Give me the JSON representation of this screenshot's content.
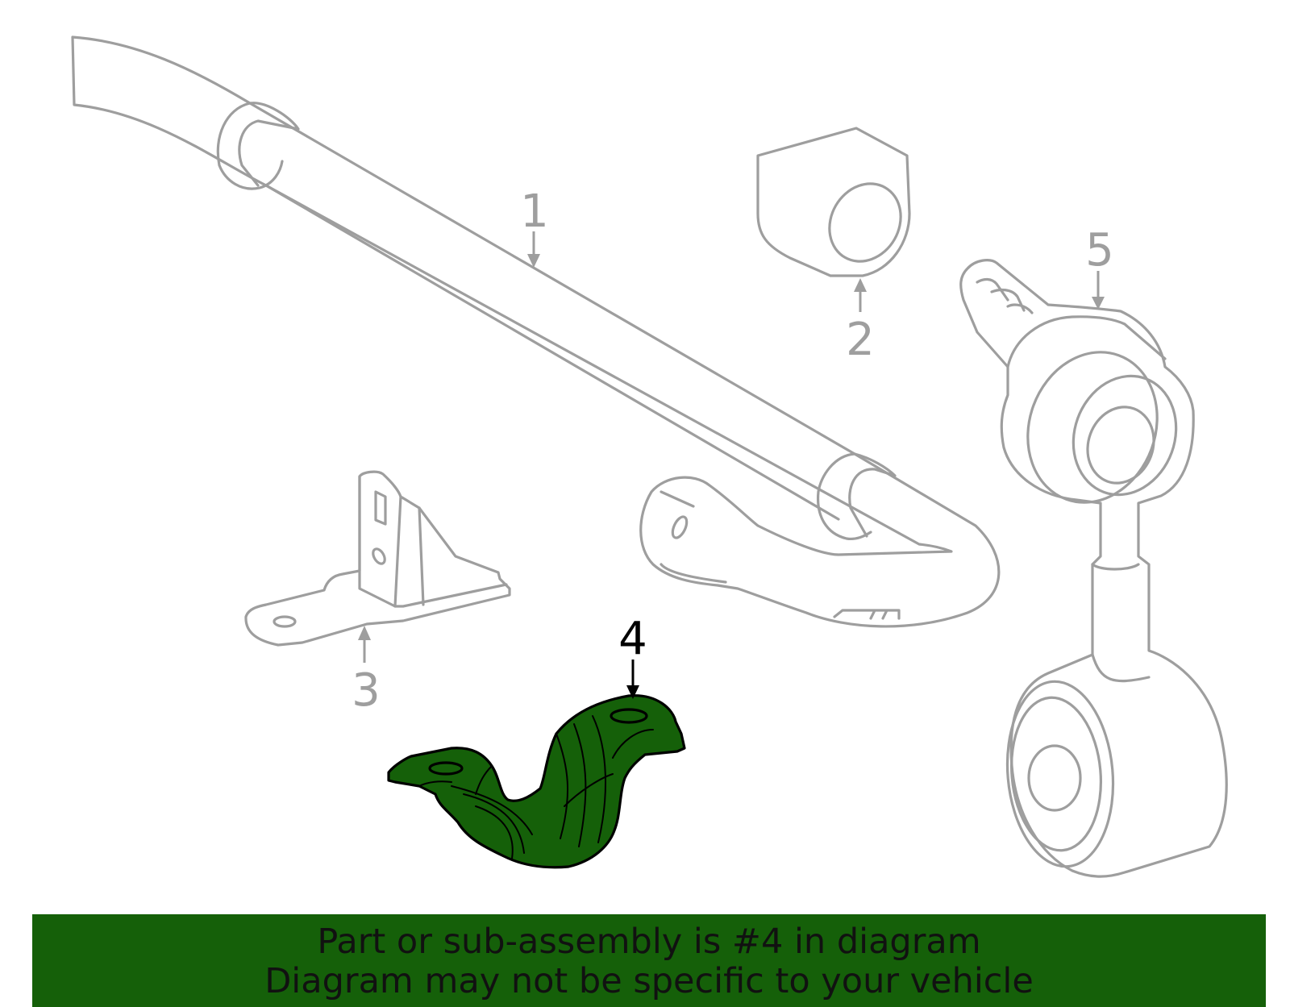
{
  "callouts": [
    {
      "id": "1",
      "label": "1",
      "color": "#9e9e9e",
      "highlighted": false
    },
    {
      "id": "2",
      "label": "2",
      "color": "#9e9e9e",
      "highlighted": false
    },
    {
      "id": "3",
      "label": "3",
      "color": "#9e9e9e",
      "highlighted": false
    },
    {
      "id": "4",
      "label": "4",
      "color": "#000000",
      "highlighted": true
    },
    {
      "id": "5",
      "label": "5",
      "color": "#9e9e9e",
      "highlighted": false
    }
  ],
  "colors": {
    "highlight_fill": "#156009",
    "outline": "#9e9e9e",
    "banner_bg": "#156009"
  },
  "banner": {
    "line1": "Part or sub-assembly is #4 in diagram",
    "line2": "Diagram may not be specific to your vehicle"
  }
}
